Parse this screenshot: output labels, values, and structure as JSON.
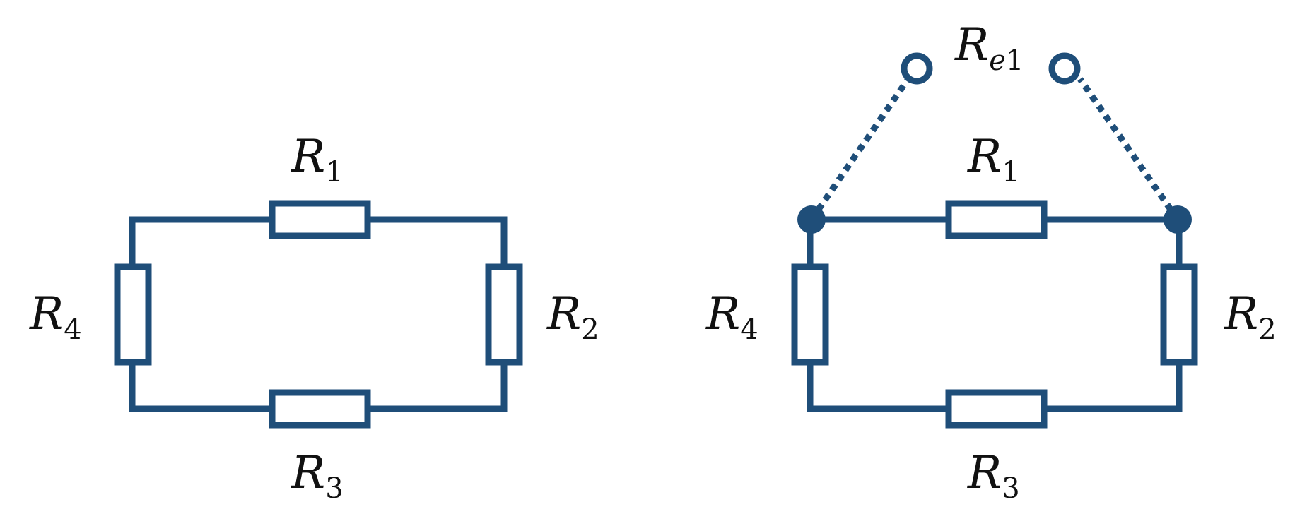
{
  "colors": {
    "circuit": "#1f4e79",
    "text": "#111111",
    "background": "#ffffff"
  },
  "left_circuit": {
    "r1": {
      "main": "R",
      "sub": "1"
    },
    "r2": {
      "main": "R",
      "sub": "2"
    },
    "r3": {
      "main": "R",
      "sub": "3"
    },
    "r4": {
      "main": "R",
      "sub": "4"
    }
  },
  "right_circuit": {
    "r1": {
      "main": "R",
      "sub": "1"
    },
    "r2": {
      "main": "R",
      "sub": "2"
    },
    "r3": {
      "main": "R",
      "sub": "3"
    },
    "r4": {
      "main": "R",
      "sub": "4"
    },
    "req": {
      "main": "R",
      "sub_italic": "e",
      "sub": "1"
    }
  }
}
